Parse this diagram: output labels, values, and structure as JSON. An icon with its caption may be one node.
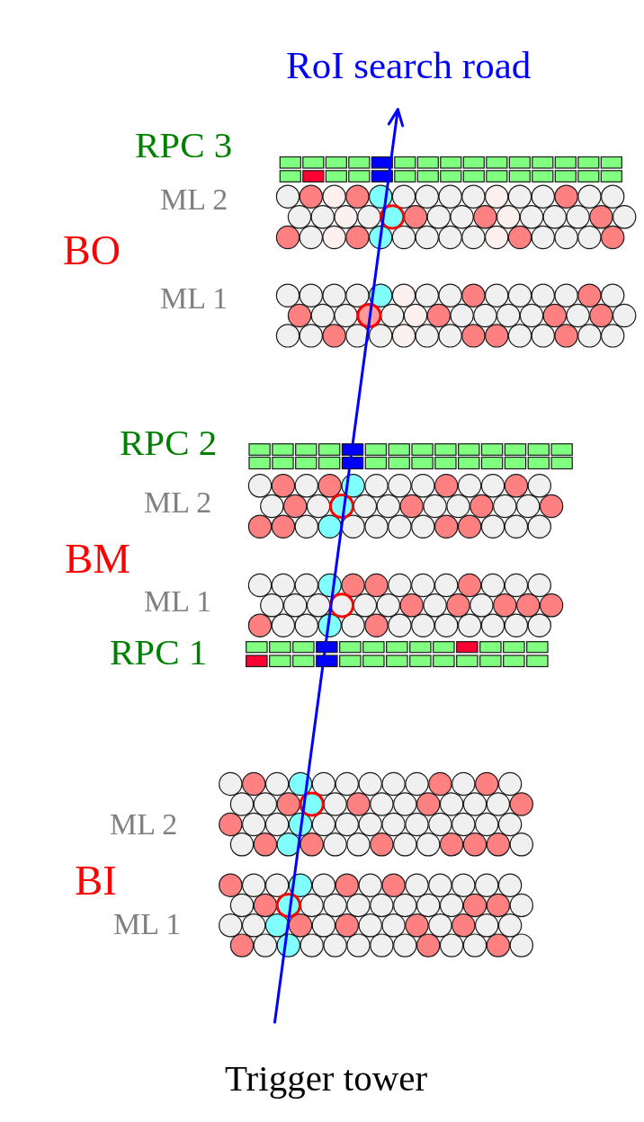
{
  "diagram": {
    "labels": [
      "RoI search road",
      "RPC 3",
      "ML 2",
      "BO",
      "ML 1",
      "RPC 2",
      "ML 2",
      "BM",
      "ML 1",
      "RPC 1",
      "ML 2",
      "BI",
      "ML 1",
      "Trigger tower"
    ]
  }
}
